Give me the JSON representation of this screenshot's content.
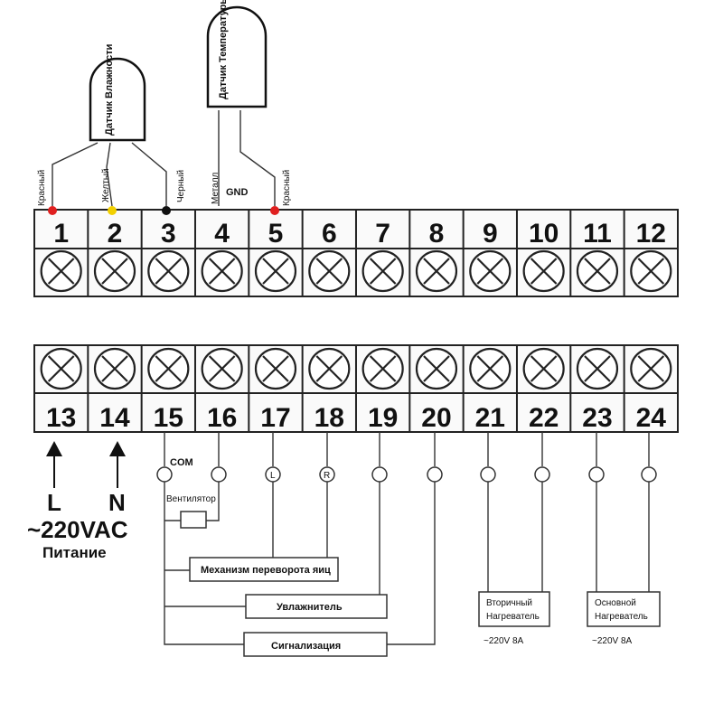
{
  "top_terminals": [
    "1",
    "2",
    "3",
    "4",
    "5",
    "6",
    "7",
    "8",
    "9",
    "10",
    "11",
    "12"
  ],
  "bottom_terminals": [
    "13",
    "14",
    "15",
    "16",
    "17",
    "18",
    "19",
    "20",
    "21",
    "22",
    "23",
    "24"
  ],
  "humidity_sensor": {
    "title": "Датчик Влажности",
    "wire_red": "Красный",
    "wire_yellow": "Желтый",
    "wire_black": "Черный"
  },
  "temperature_sensor": {
    "title": "Датчик Температуры",
    "wire_metal": "Металл",
    "gnd": "GND",
    "wire_red": "Красный"
  },
  "power": {
    "l": "L",
    "n": "N",
    "voltage": "~220VAC",
    "label": "Питание"
  },
  "com_label": "COM",
  "fan_label": "Вентилятор",
  "left_marker": "L",
  "right_marker": "R",
  "egg_turner": "Механизм переворота яиц",
  "humidifier": "Увлажнитель",
  "alarm": "Сигнализация",
  "secondary_heater": {
    "line1": "Вторичный",
    "line2": "Нагреватель",
    "rating": "~220V 8A"
  },
  "main_heater": {
    "line1": "Основной",
    "line2": "Нагреватель",
    "rating": "~220V 8A"
  },
  "colors": {
    "red": "#e02020",
    "yellow": "#f2d000",
    "black": "#111111",
    "block_gray": "#e8e8e8"
  }
}
